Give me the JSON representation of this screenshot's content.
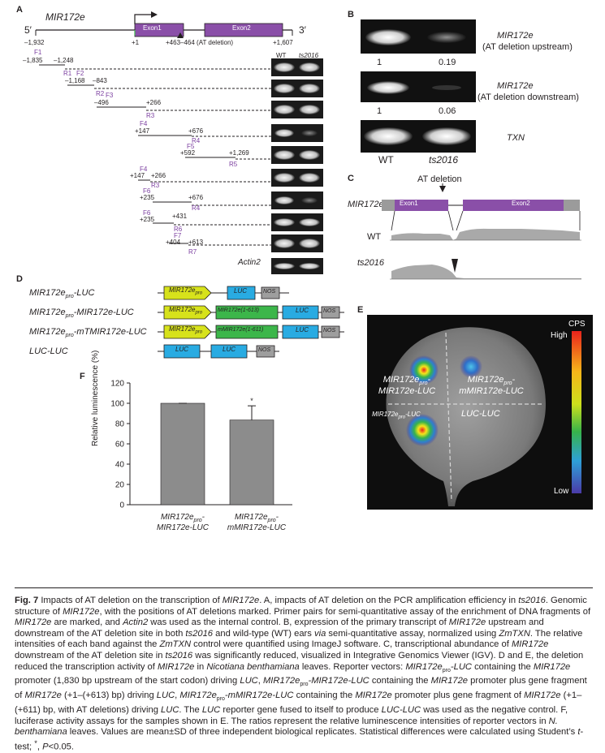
{
  "panel_labels": {
    "A": "A",
    "B": "B",
    "C": "C",
    "D": "D",
    "E": "E",
    "F": "F"
  },
  "panelA": {
    "gene": "MIR172e",
    "five_prime": "5′",
    "three_prime": "3′",
    "exon1": "Exon1",
    "exon2": "Exon2",
    "pos_start": "–1,932",
    "pos_tss": "+1",
    "pos_at": "+463–464 (AT deletion)",
    "pos_end": "+1,607",
    "lane_wt": "WT",
    "lane_mut": "ts2016",
    "control": "Actin2",
    "primers": [
      {
        "name": "F1",
        "coord": "–1,835",
        "coord2": "–1,248",
        "name2": "R1"
      },
      {
        "name": "F2",
        "coord": "–1,168",
        "coord2": "–843",
        "name2": "R2"
      },
      {
        "name": "F3",
        "coord": "–496",
        "coord2": "+266",
        "name2": "R3"
      },
      {
        "name": "F4",
        "coord": "+147",
        "coord2": "+676",
        "name2": "R4"
      },
      {
        "name": "F5",
        "coord": "+592",
        "coord2": "+1,269",
        "name2": "R5"
      },
      {
        "name": "F4",
        "coord": "+147",
        "coord2": "+266",
        "name2": "R3"
      },
      {
        "name": "F6",
        "coord": "+235",
        "coord2": "+676",
        "name2": "R4"
      },
      {
        "name": "F6",
        "coord": "+235",
        "coord2": "+431",
        "name2": "R6"
      },
      {
        "name": "F7",
        "coord": "+404",
        "coord2": "+613",
        "name2": "R7"
      }
    ]
  },
  "panelB": {
    "gel1_label1": "MIR172e",
    "gel1_label2": "(AT deletion upstream)",
    "gel1_val_wt": "1",
    "gel1_val_mut": "0.19",
    "gel2_label1": "MIR172e",
    "gel2_label2": "(AT deletion downstream)",
    "gel2_val_wt": "1",
    "gel2_val_mut": "0.06",
    "gel3_label": "TXN",
    "lane_wt": "WT",
    "lane_mut": "ts2016"
  },
  "panelC": {
    "title": "AT deletion",
    "gene": "MIR172e",
    "exon1": "Exon1",
    "exon2": "Exon2",
    "track_wt": "WT",
    "track_mut": "ts2016"
  },
  "panelD": {
    "rows": [
      {
        "name": "MIR172epro-LUC"
      },
      {
        "name": "MIR172epro-MIR172e-LUC"
      },
      {
        "name": "MIR172epro-mTMIR172e-LUC"
      },
      {
        "name": "LUC-LUC"
      }
    ],
    "prom": "MIR172e",
    "prom_sub": "pro",
    "luc": "LUC",
    "nos": "NOS",
    "frag1": "MIR172e(1-613)",
    "frag2": "mMIR172e(1-611)",
    "colors": {
      "promoter": "#d7e21b",
      "luc": "#29abe2",
      "nos": "#9e9e9e",
      "fragment": "#3cb64a"
    }
  },
  "panelE": {
    "scale_title": "CPS",
    "scale_high": "High",
    "scale_low": "Low",
    "q1a": "MIR172e",
    "q1b": "pro",
    "q1c": "-",
    "q1d": "MIR172e-LUC",
    "q2a": "MIR172e",
    "q2b": "pro",
    "q2c": "-",
    "q2d": "mMIR172e-LUC",
    "q3": "MIR172e",
    "q3b": "pro",
    "q3c": "-LUC",
    "q4": "LUC-LUC"
  },
  "chart_data": {
    "type": "bar",
    "categories": [
      "MIR172epro-MIR172e-LUC",
      "MIR172epro-mMIR172e-LUC"
    ],
    "values": [
      100,
      83.5
    ],
    "errors": [
      0,
      14
    ],
    "ylabel": "Relative luminescence (%)",
    "ylim": [
      0,
      120
    ],
    "yticks": [
      0,
      20,
      40,
      60,
      80,
      100,
      120
    ],
    "significance": [
      "",
      "*"
    ],
    "bar_color": "#8c8c8c"
  },
  "chart_labels": {
    "cat1_line1a": "MIR172e",
    "cat1_line1b": "pro",
    "cat1_line1c": "-",
    "cat1_line2": "MIR172e-LUC",
    "cat2_line1a": "MIR172e",
    "cat2_line1b": "pro",
    "cat2_line1c": "-",
    "cat2_line2": "mMIR172e-LUC",
    "star": "*"
  },
  "caption": {
    "fig": "Fig. 7",
    "s1": "Impacts of AT deletion on the transcription of ",
    "s1i": "MIR172e",
    "s2": ". A, impacts of AT deletion on the PCR amplification efficiency in ",
    "s2i": "ts2016",
    "s3": ". Genomic structure of ",
    "s3i": "MIR172e",
    "s4": ", with the positions of AT deletions marked. Primer pairs for semi-quantitative assay of the enrichment of DNA fragments of ",
    "s4i": "MIR172e",
    "s5": " are marked, and ",
    "s5i": "Actin2",
    "s6": " was used as the internal control. B, expression of the primary transcript of ",
    "s6i": "MIR172e",
    "s7": " upstream and downstream of the AT deletion site in both ",
    "s7i": "ts2016",
    "s8": " and wild-type (WT) ears ",
    "s8i": "via",
    "s9": " semi-quantitative assay, normalized using ",
    "s9i": "ZmTXN",
    "s10": ". The relative intensities of each band against the ",
    "s10i": "ZmTXN",
    "s11": " control were quantified using ImageJ software. C, transcriptional abundance of ",
    "s11i": "MIR172e",
    "s12": " downstream of the AT deletion site in ",
    "s12i": "ts2016",
    "s13": " was significantly reduced, visualized in Integrative Genomics Viewer (IGV). D and E, the deletion reduced the transcription activity of ",
    "s13i": "MIR172e",
    "s14": " in ",
    "s14i": "Nicotiana benthamiana",
    "s15": " leaves. Reporter vectors: ",
    "s15i": "MIR172e",
    "s15sub": "pro",
    "s15j": "-LUC",
    "s16": " containing the ",
    "s16i": "MIR172e",
    "s17": " promoter (1,830 bp upstream of the start codon) driving ",
    "s17i": "LUC",
    "s18": ", ",
    "s18i": "MIR172e",
    "s18sub": "pro",
    "s18j": "-MIR172e-LUC",
    "s19": " containing the ",
    "s19i": "MIR172e",
    "s20": " promoter plus gene fragment of ",
    "s20i": "MIR172e",
    "s21": " (+1–(+613) bp) driving ",
    "s21i": "LUC",
    "s22": ", ",
    "s22i": "MIR172e",
    "s22sub": "pro",
    "s22j": "-mMIR172e-LUC",
    "s23": " containing the ",
    "s23i": "MIR172e",
    "s24": " promoter plus gene fragment of ",
    "s24i": "MIR172e",
    "s25": " (+1–(+611) bp, with AT deletions) driving ",
    "s25i": "LUC",
    "s26": ". The ",
    "s26i": "LUC",
    "s27": " reporter gene fused to itself to produce ",
    "s27i": "LUC-LUC",
    "s28": " was used as the negative control. F, luciferase activity assays for the samples shown in E. The ratios represent the relative luminescence intensities of reporter vectors in ",
    "s28i": "N. benthamiana",
    "s29": " leaves. Values are mean±SD of three independent biological replicates. Statistical differences were calculated using Student’s ",
    "s29i": "t",
    "s30": "-test; ",
    "s30s": "*",
    "s31": ", ",
    "s31i": "P",
    "s32": "<0.05."
  }
}
